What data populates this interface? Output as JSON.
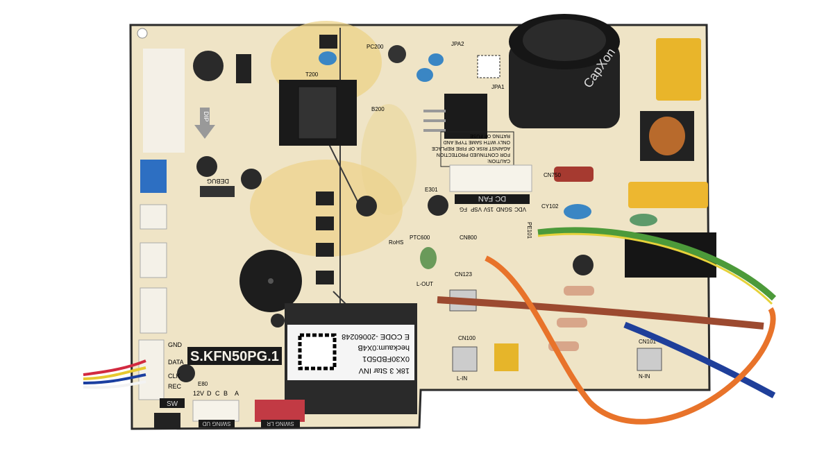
{
  "board": {
    "model_label": "S.KFN50PG.1",
    "capacitor_brand": "CapXon",
    "sticker_lines": [
      "E CODE -20060248",
      "heckaum:0X4B",
      "0X30FBD5D1",
      "18K 3 Star INV"
    ],
    "caution_lines": [
      "CAUTION:",
      "FOR CONTINUED PROTECTION",
      "AGAINST RISK OF FIRE REPLACE",
      "ONLY WITH SAME TYPE AND",
      "RATING OF FUSE"
    ],
    "dc_fan_label": "DC FAN",
    "dc_fan_pins": [
      "VDC",
      "SGND",
      "15V",
      "VSP",
      "FG"
    ],
    "swing_ud_label": "SWING UD",
    "swing_lr_label": "SWING LR",
    "swing_pins": [
      "A",
      "B",
      "C",
      "D",
      "12V"
    ],
    "display_pins": [
      "GND",
      "DATA",
      "CLK",
      "REC"
    ],
    "sw_label": "SW",
    "debug_label": "DEBUG",
    "dip_label": "DIP",
    "refs": [
      "E301",
      "CY102",
      "PE101",
      "CN750",
      "E80",
      "CN123",
      "CN100",
      "CN101",
      "L-IN",
      "N-IN",
      "L-OUT",
      "PC200",
      "T200",
      "B200",
      "JPA1",
      "JPA2",
      "PTC600",
      "CN800",
      "RoHS"
    ]
  },
  "colors": {
    "board": "#efe4c6",
    "stain": "#eccf7e",
    "wire_orange": "#e8732a",
    "wire_green": "#4c9a3a",
    "wire_yellow": "#e6d23a",
    "wire_brown": "#9c4a30",
    "wire_blue": "#1f3f9a"
  }
}
